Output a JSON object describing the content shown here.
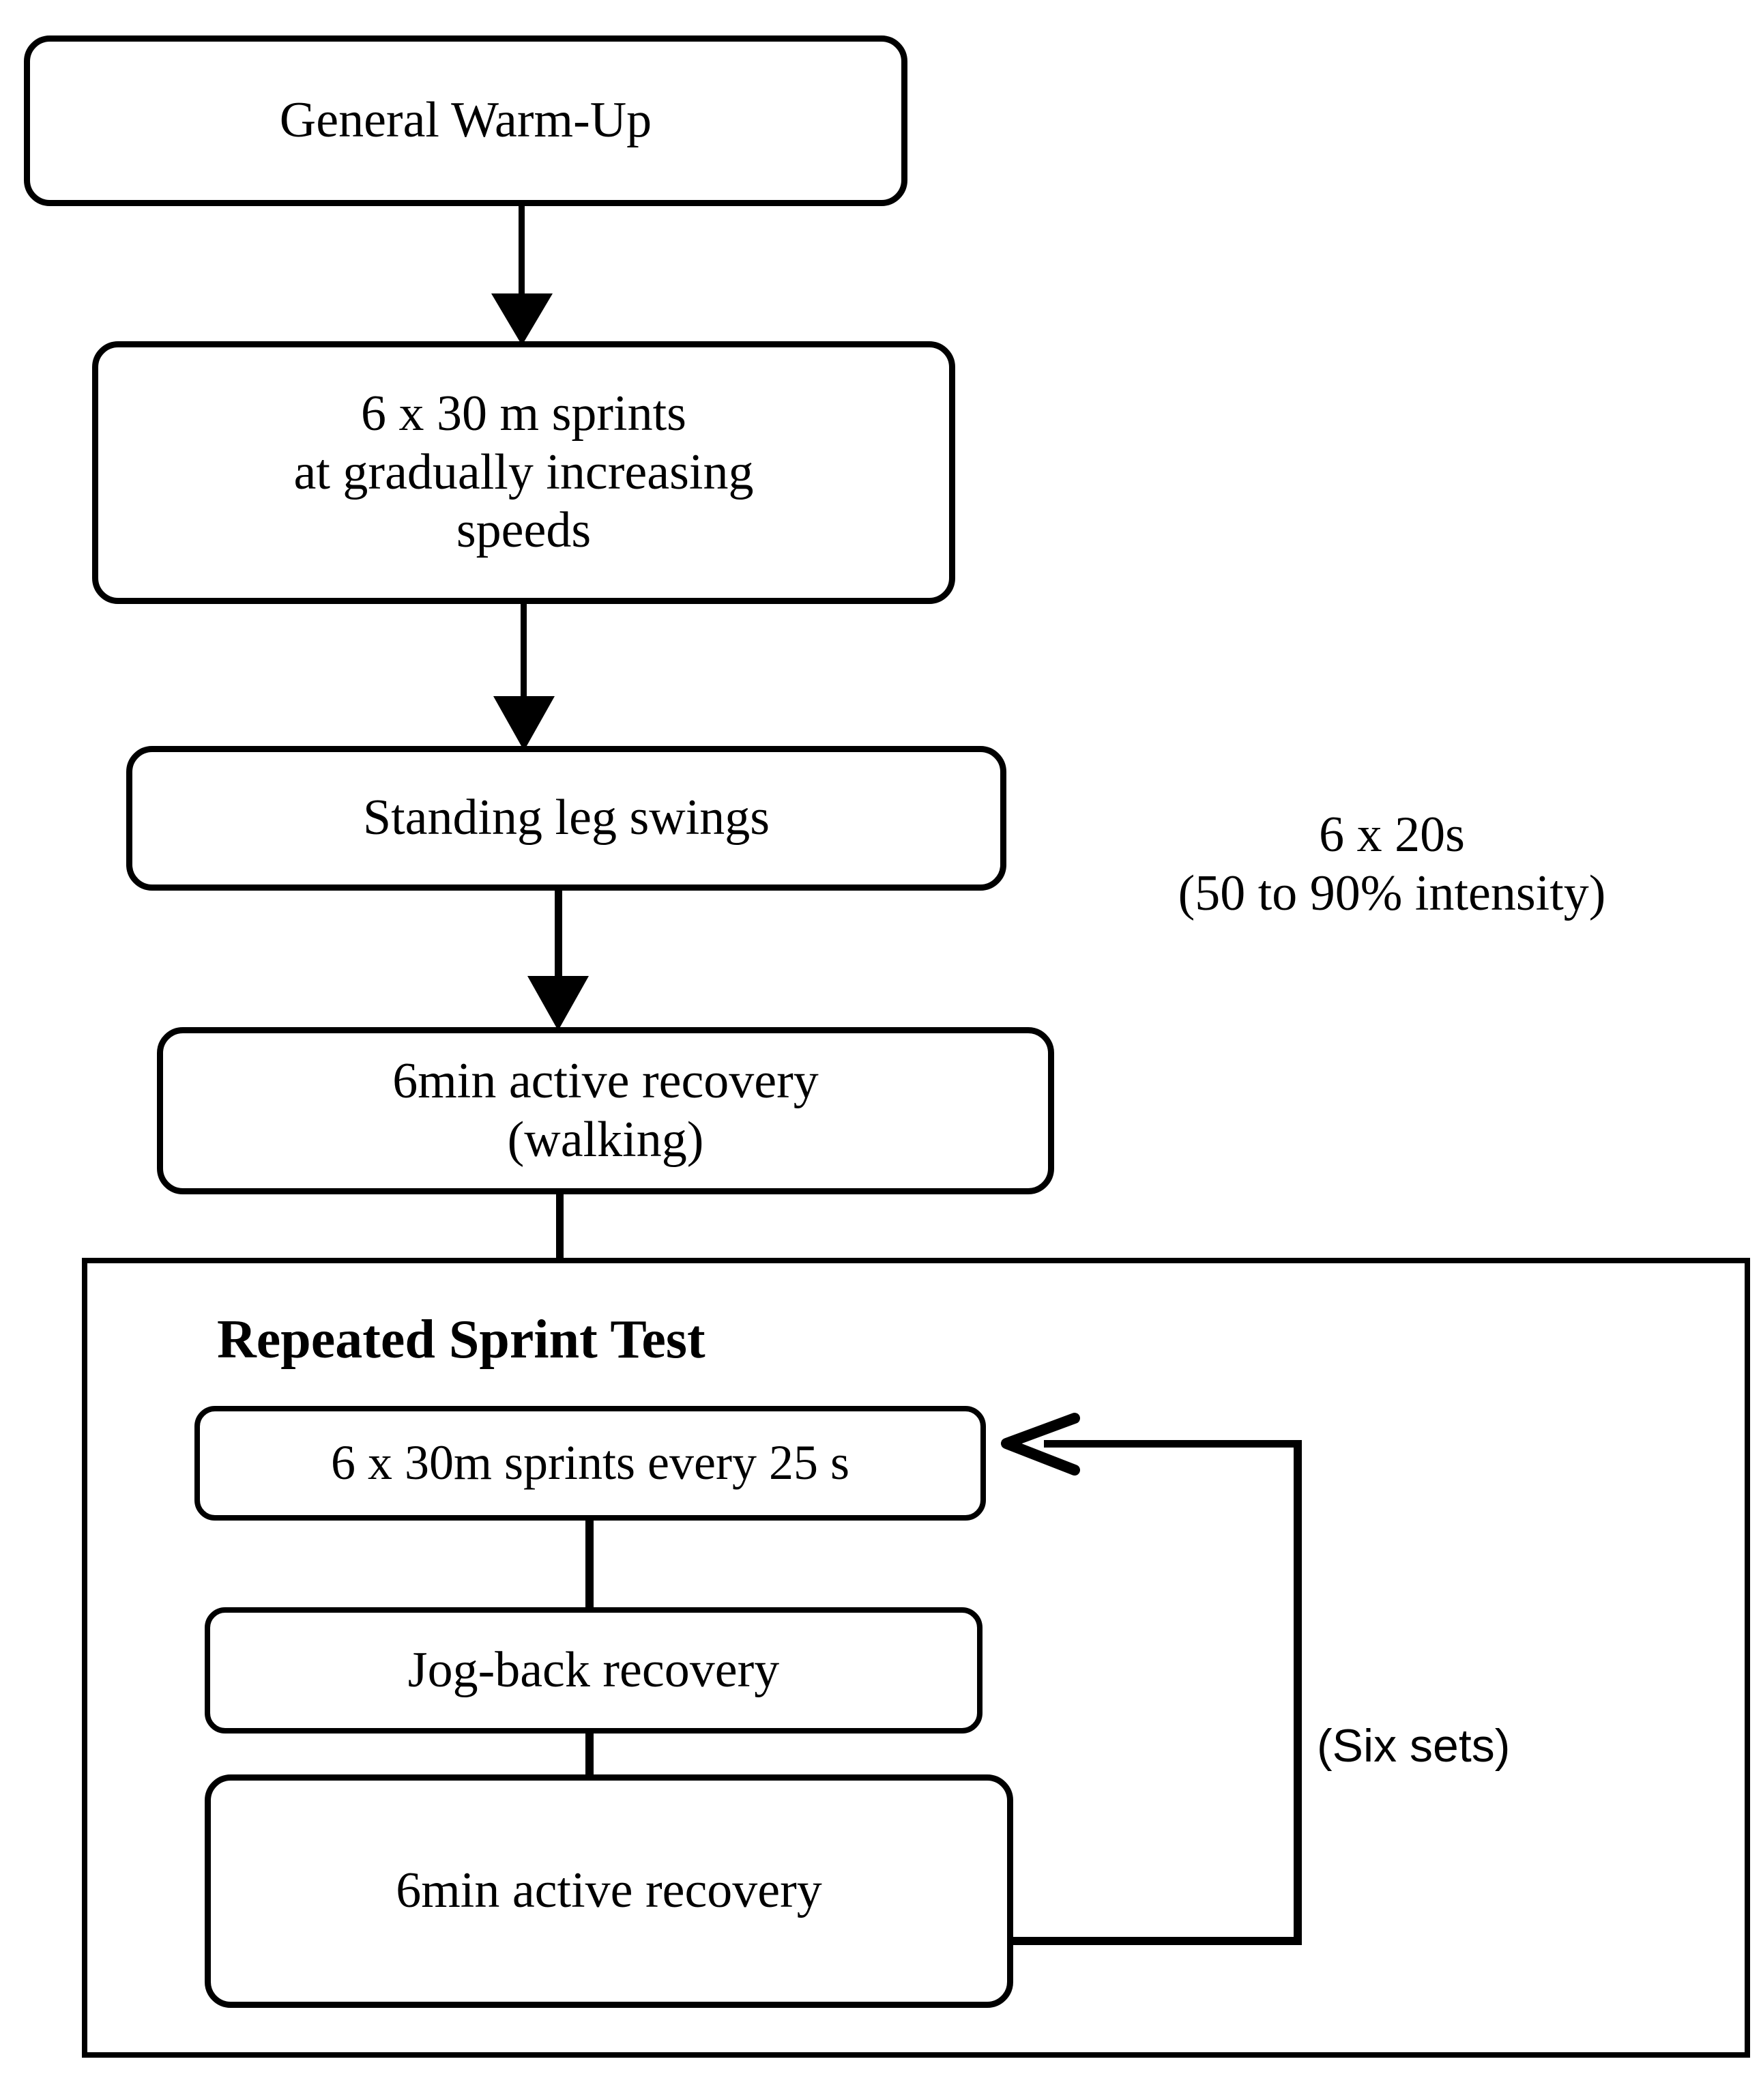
{
  "diagram": {
    "title_node": {
      "label": "General Warm-Up"
    },
    "nodes": [
      {
        "id": "general-warm-up",
        "label": "General Warm-Up"
      },
      {
        "id": "sprints-warmup",
        "label": "6 x 30 m sprints\nat gradually increasing\nspeeds"
      },
      {
        "id": "standing-leg-swings",
        "label": "Standing leg swings"
      },
      {
        "id": "active-recovery-walk",
        "label": "6min active recovery\n(walking)"
      },
      {
        "id": "sprints-every-25s",
        "label": "6 x 30m sprints every 25 s"
      },
      {
        "id": "jog-back-recovery",
        "label": "Jog-back recovery"
      },
      {
        "id": "active-recovery",
        "label": "6min active recovery"
      }
    ],
    "section": {
      "title": "Repeated Sprint Test"
    },
    "annotations": [
      {
        "id": "intensity-note",
        "label": "6 x 20s\n(50 to 90% intensity)"
      },
      {
        "id": "sets-note",
        "label": "(Six sets)"
      }
    ],
    "colors": {
      "stroke": "#000000",
      "fill": "#ffffff",
      "text": "#000000"
    }
  }
}
